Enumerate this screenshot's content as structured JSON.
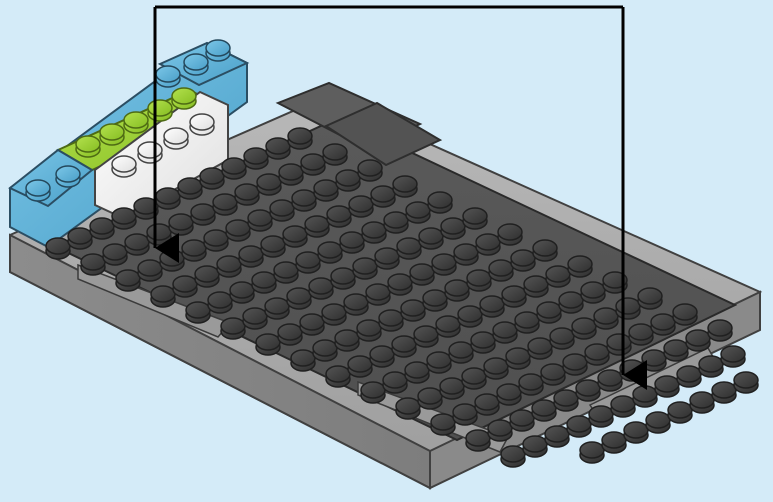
{
  "colors": {
    "background": "#d4ebf8",
    "plate_light_gray": "#a9a9a9",
    "stud_dark_gray": "#434343",
    "tile_gray": "#5a5a5a",
    "brick_blue": "#5fb3d9",
    "brick_lime": "#9ad12f",
    "brick_white": "#f4f4f4",
    "arrow": "#000000"
  },
  "model": {
    "assembly": "lego-build-step",
    "base_plate_color": "light-gray",
    "stud_plate_color": "dark-gray",
    "bricks": [
      "blue",
      "lime-green",
      "white",
      "blue"
    ],
    "tiles": [
      "dark-gray",
      "dark-gray"
    ],
    "slots": 3
  },
  "callout": {
    "type": "placement-arrows",
    "arrow_count": 2,
    "style": "bracket-with-two-downward-arrowheads"
  }
}
